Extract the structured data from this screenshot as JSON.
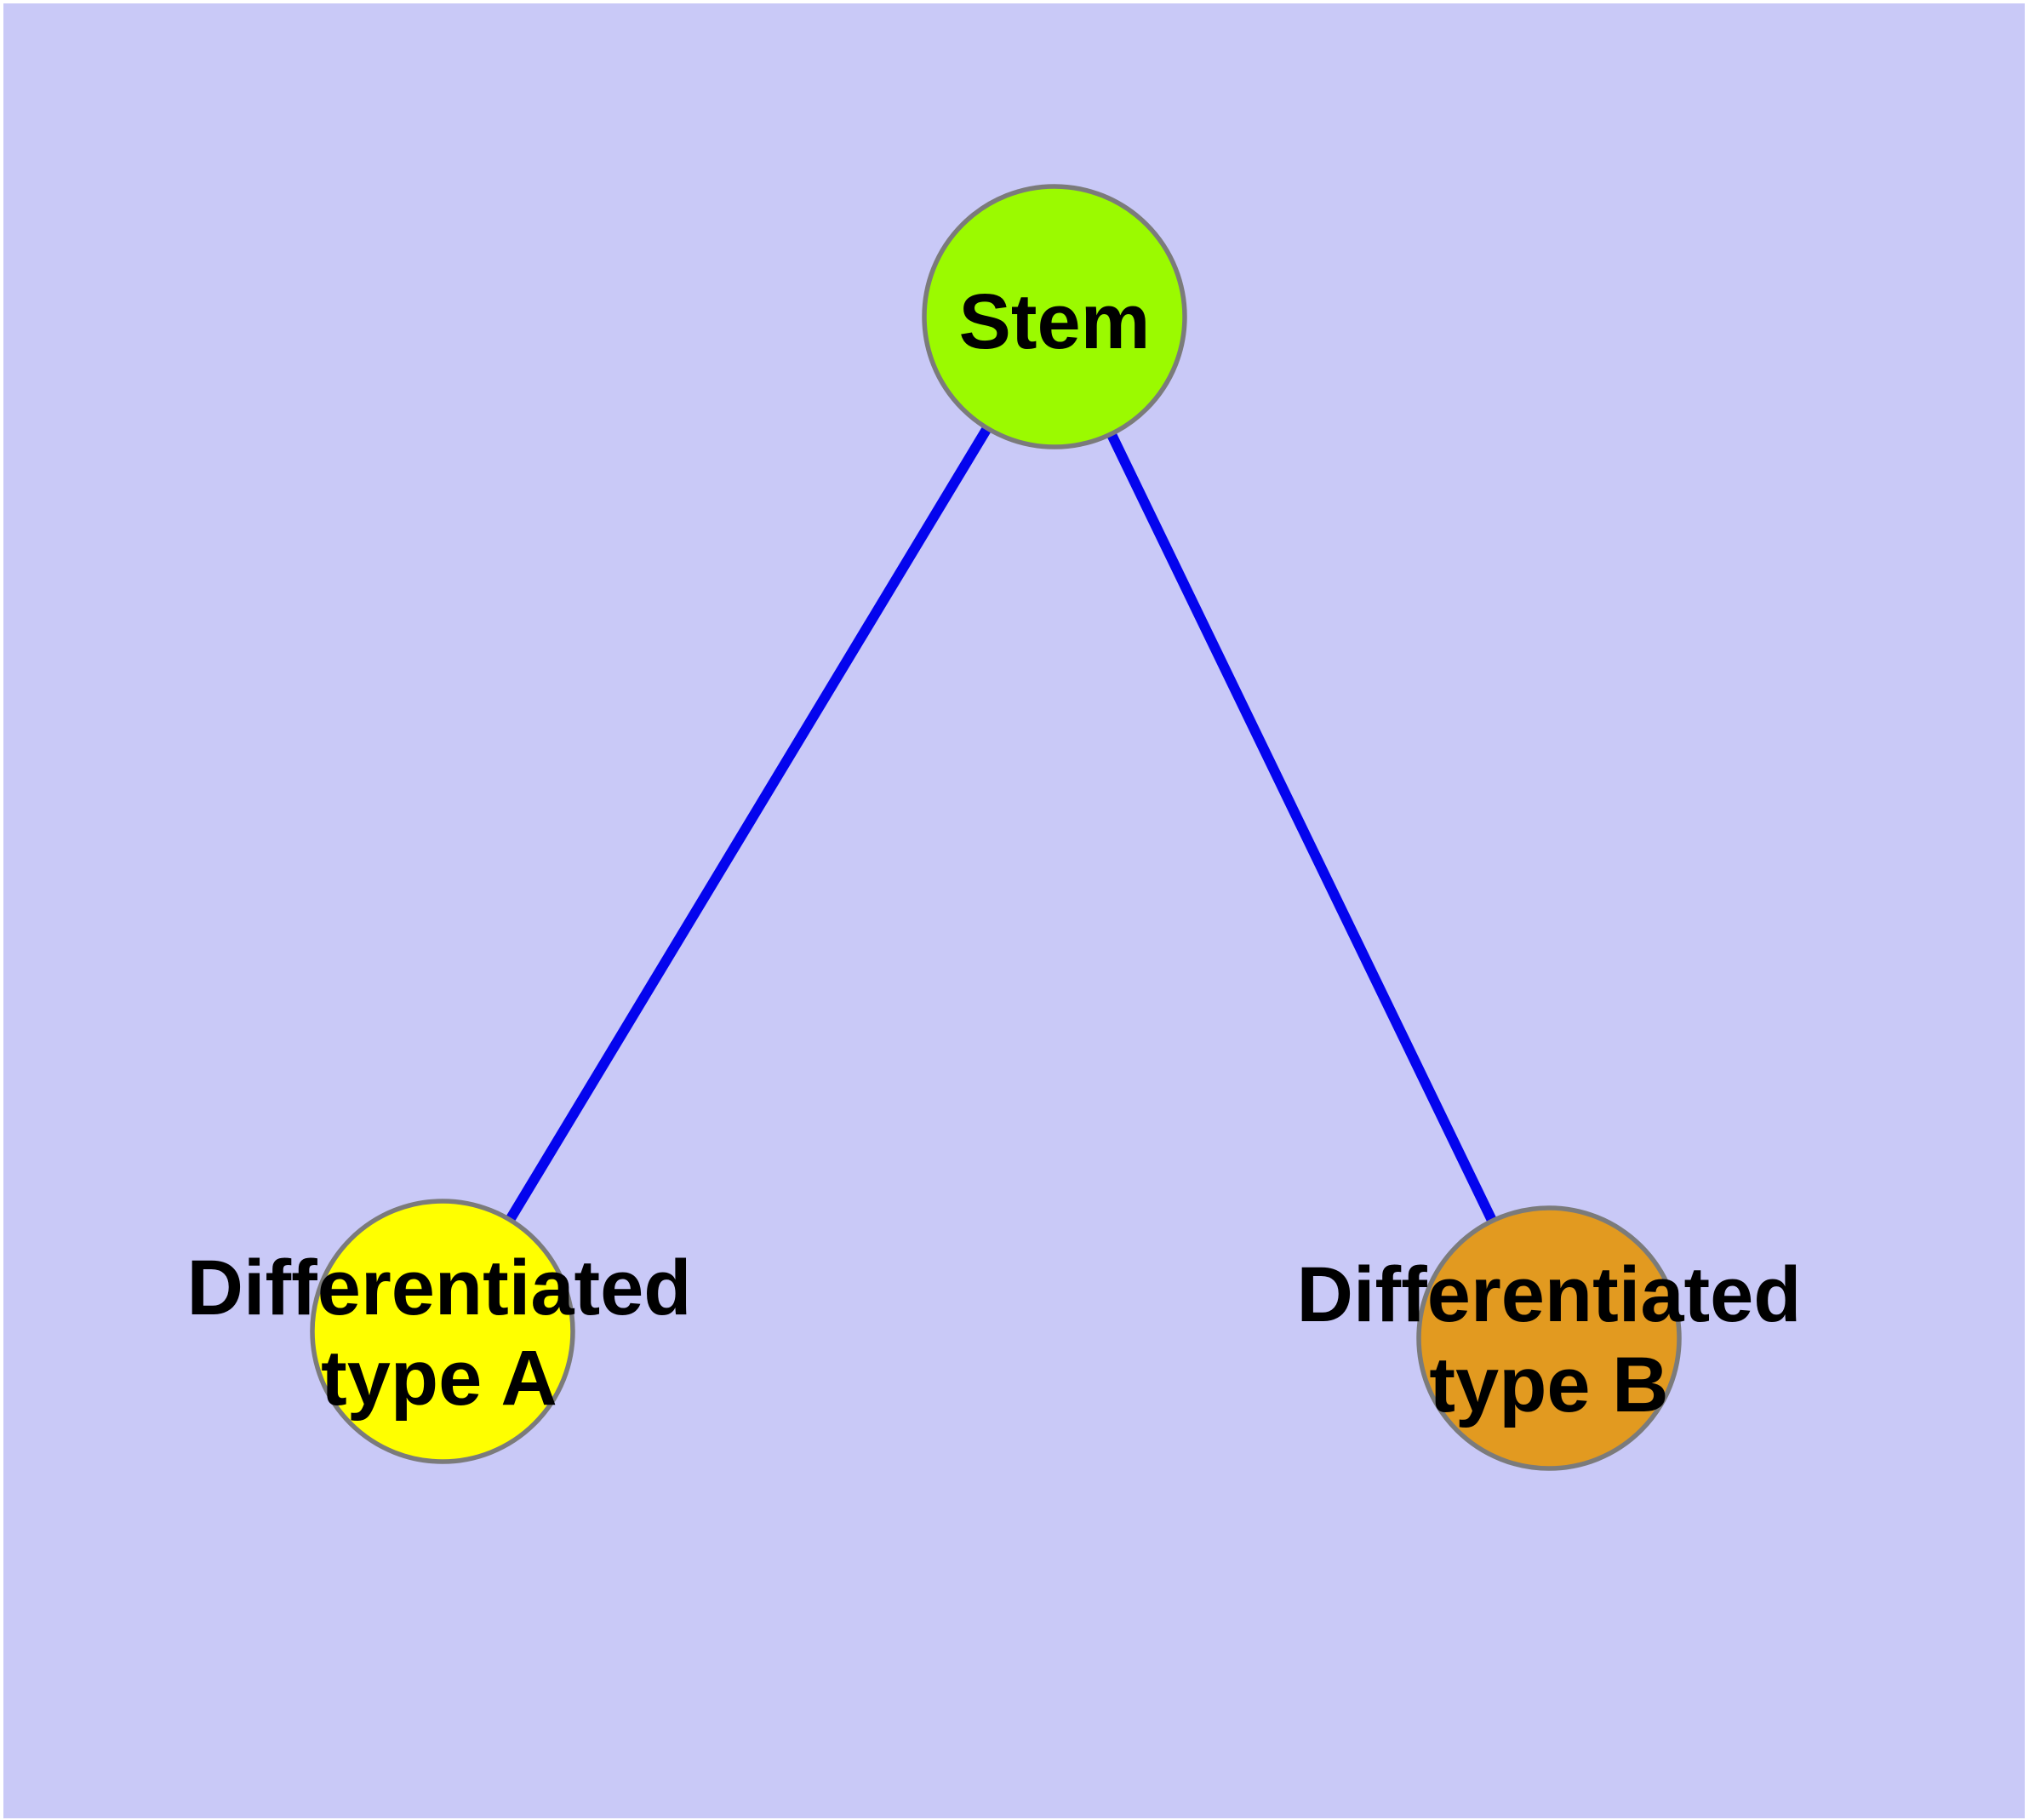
{
  "theme": {
    "page_background": "#ffffff",
    "canvas_background": "#c9c9f7",
    "edge_color": "#0404ee",
    "node_border_color": "#7b7b7b",
    "label_color": "#000000"
  },
  "graph": {
    "nodes": [
      {
        "id": "stem",
        "label": "Stem",
        "line1": "Stem",
        "line2": "",
        "fill": "#9bfa00"
      },
      {
        "id": "differentiated-type-a",
        "label": "Differentiated type A",
        "line1": "Differentiated",
        "line2": "type A",
        "fill": "#ffff00"
      },
      {
        "id": "differentiated-type-b",
        "label": "Differentiated type B",
        "line1": "Differentiated",
        "line2": "type B",
        "fill": "#e29a20"
      }
    ],
    "edges": [
      {
        "source": "Stem",
        "target": "Differentiated type A"
      },
      {
        "source": "Stem",
        "target": "Differentiated type B"
      }
    ]
  }
}
